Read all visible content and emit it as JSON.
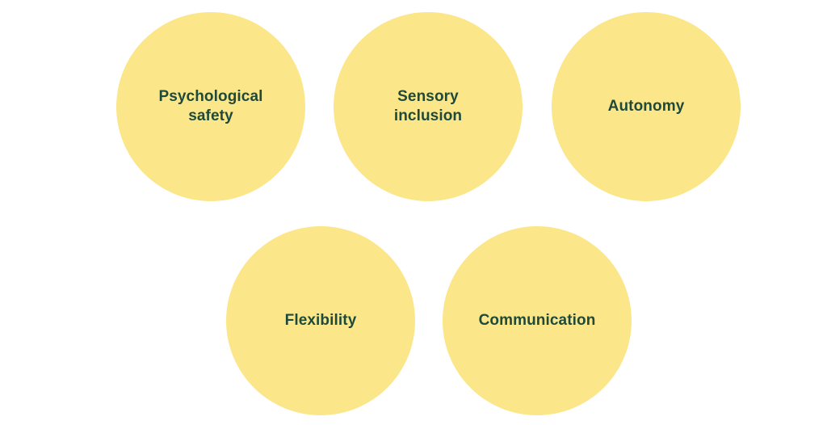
{
  "colors": {
    "circle_fill": "#FCE68A",
    "text": "#1F4A3A"
  },
  "nodes": [
    {
      "lines": [
        "Psychological",
        "safety"
      ]
    },
    {
      "lines": [
        "Sensory",
        "inclusion"
      ]
    },
    {
      "lines": [
        "Autonomy"
      ]
    },
    {
      "lines": [
        "Flexibility"
      ]
    },
    {
      "lines": [
        "Communication"
      ]
    }
  ]
}
